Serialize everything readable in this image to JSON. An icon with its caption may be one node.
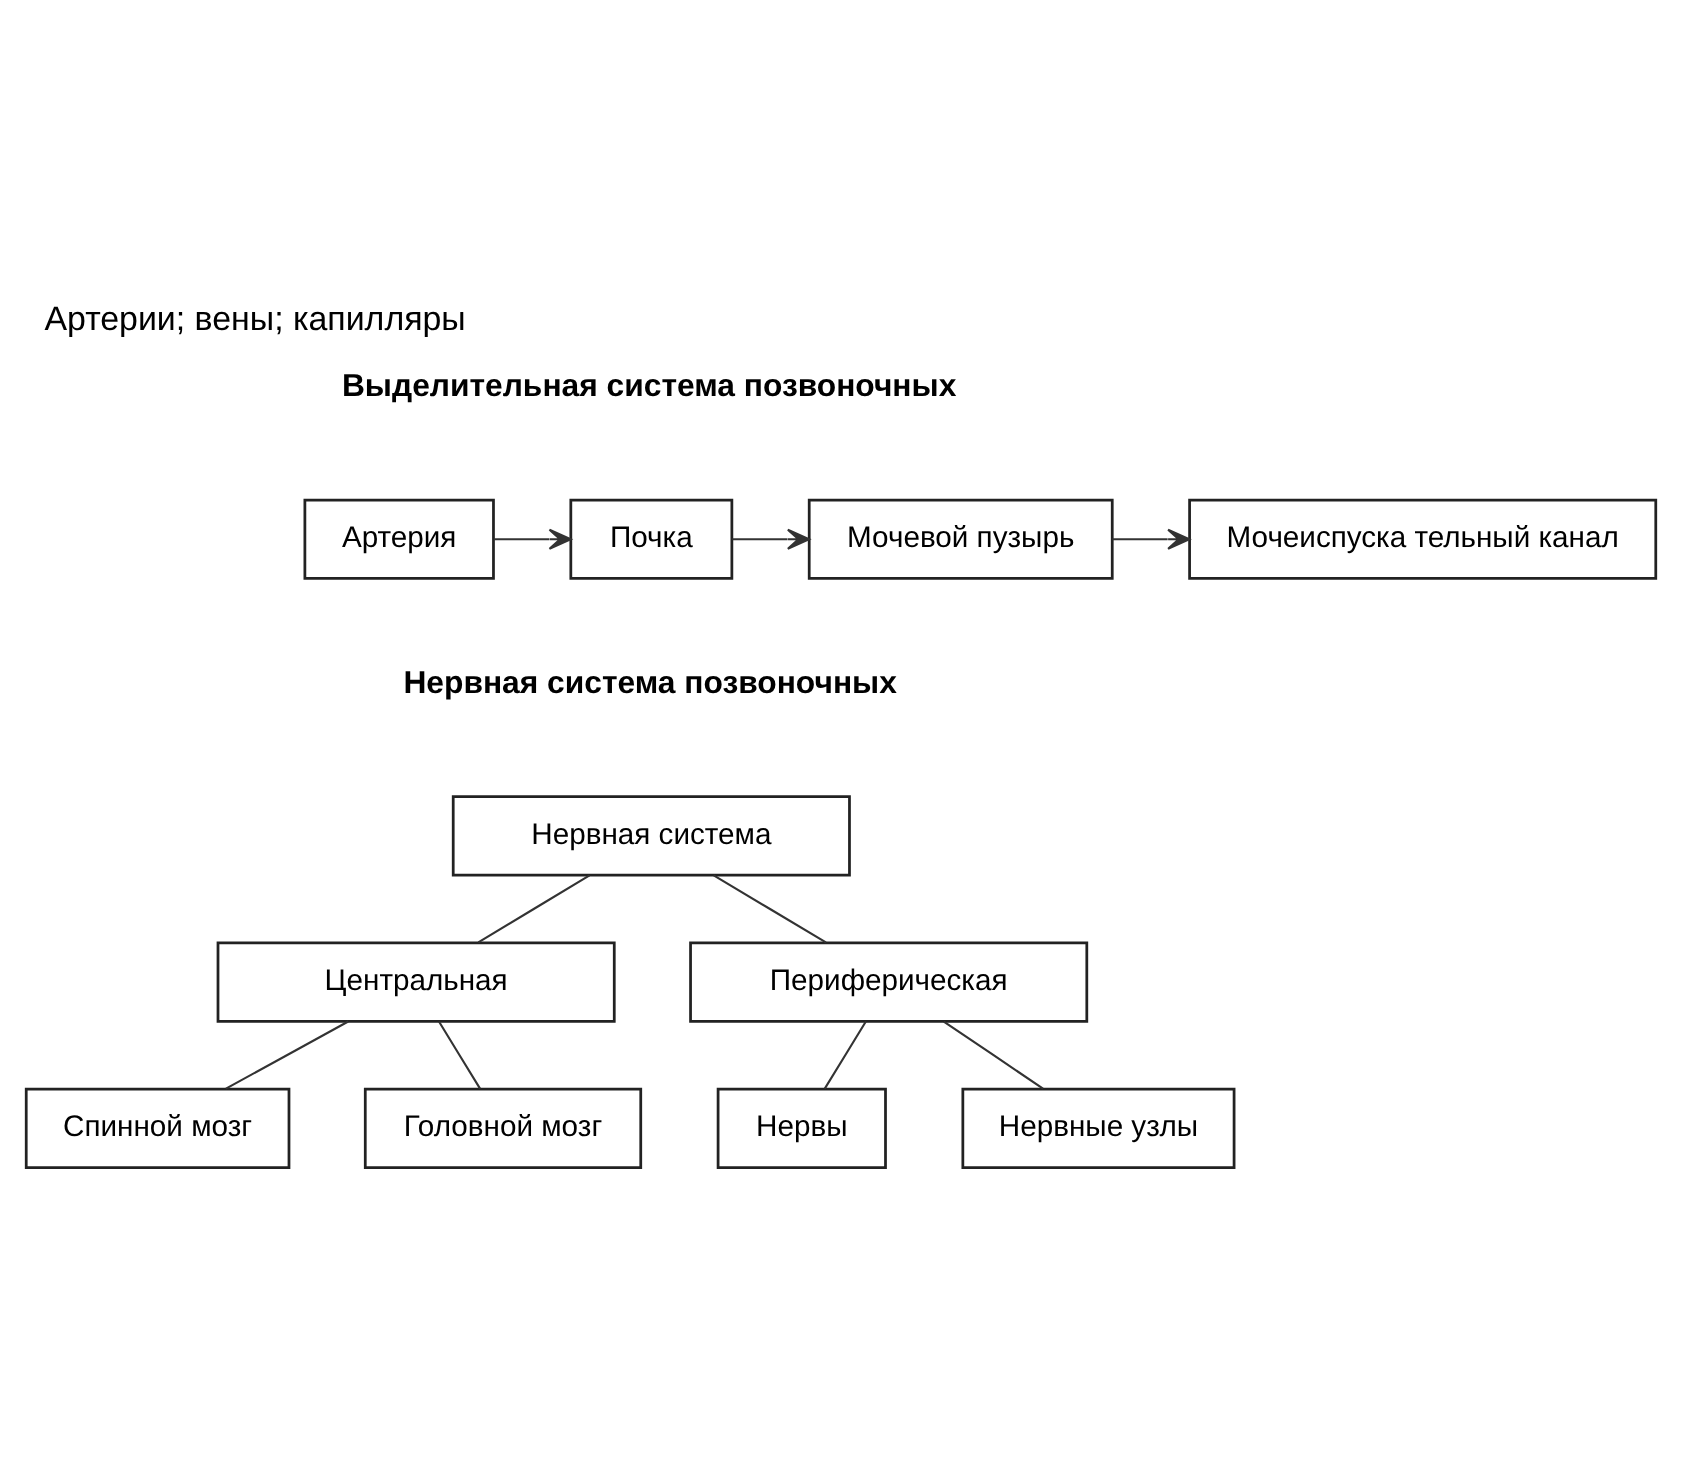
{
  "diagram": {
    "title": "Артерии; вены; капилляры",
    "nodes": [
      {
        "text": [
          "Артерия"
        ]
      },
      {
        "text": [
          "Почка"
        ]
      },
      {
        "text": [
          "Мочевой пузырь"
        ]
      },
      {
        "text": [
          "Мочеиспуска тельный канал"
        ]
      },
      {
        "text": [
          "Нервная система"
        ]
      },
      {
        "text": [
          "Центральная"
        ]
      },
      {
        "text": [
          "Периферическая"
        ]
      },
      {
        "text": [
          "Спинной мозг"
        ]
      },
      {
        "text": [
          "Головной мозг"
        ]
      },
      {
        "text": [
          "Нервы"
        ]
      },
      {
        "text": [
          "Нервные узлы"
        ]
      }
    ],
    "edges": [
      {
        "from": 0,
        "to": 1,
        "arrow": "to"
      },
      {
        "from": 1,
        "to": 2,
        "arrow": "to"
      },
      {
        "from": 2,
        "to": 3,
        "arrow": "to"
      },
      {
        "from": 4,
        "to": 5,
        "arrow": "none"
      },
      {
        "from": 4,
        "to": 6,
        "arrow": "none"
      },
      {
        "from": 5,
        "to": 7,
        "arrow": "none"
      },
      {
        "from": 5,
        "to": 8,
        "arrow": "none"
      },
      {
        "from": 6,
        "to": 9,
        "arrow": "none"
      },
      {
        "from": 6,
        "to": 10,
        "arrow": "none"
      }
    ],
    "labels": [
      "Выделительная система позвоночных",
      "Нервная система позвоночных"
    ]
  }
}
